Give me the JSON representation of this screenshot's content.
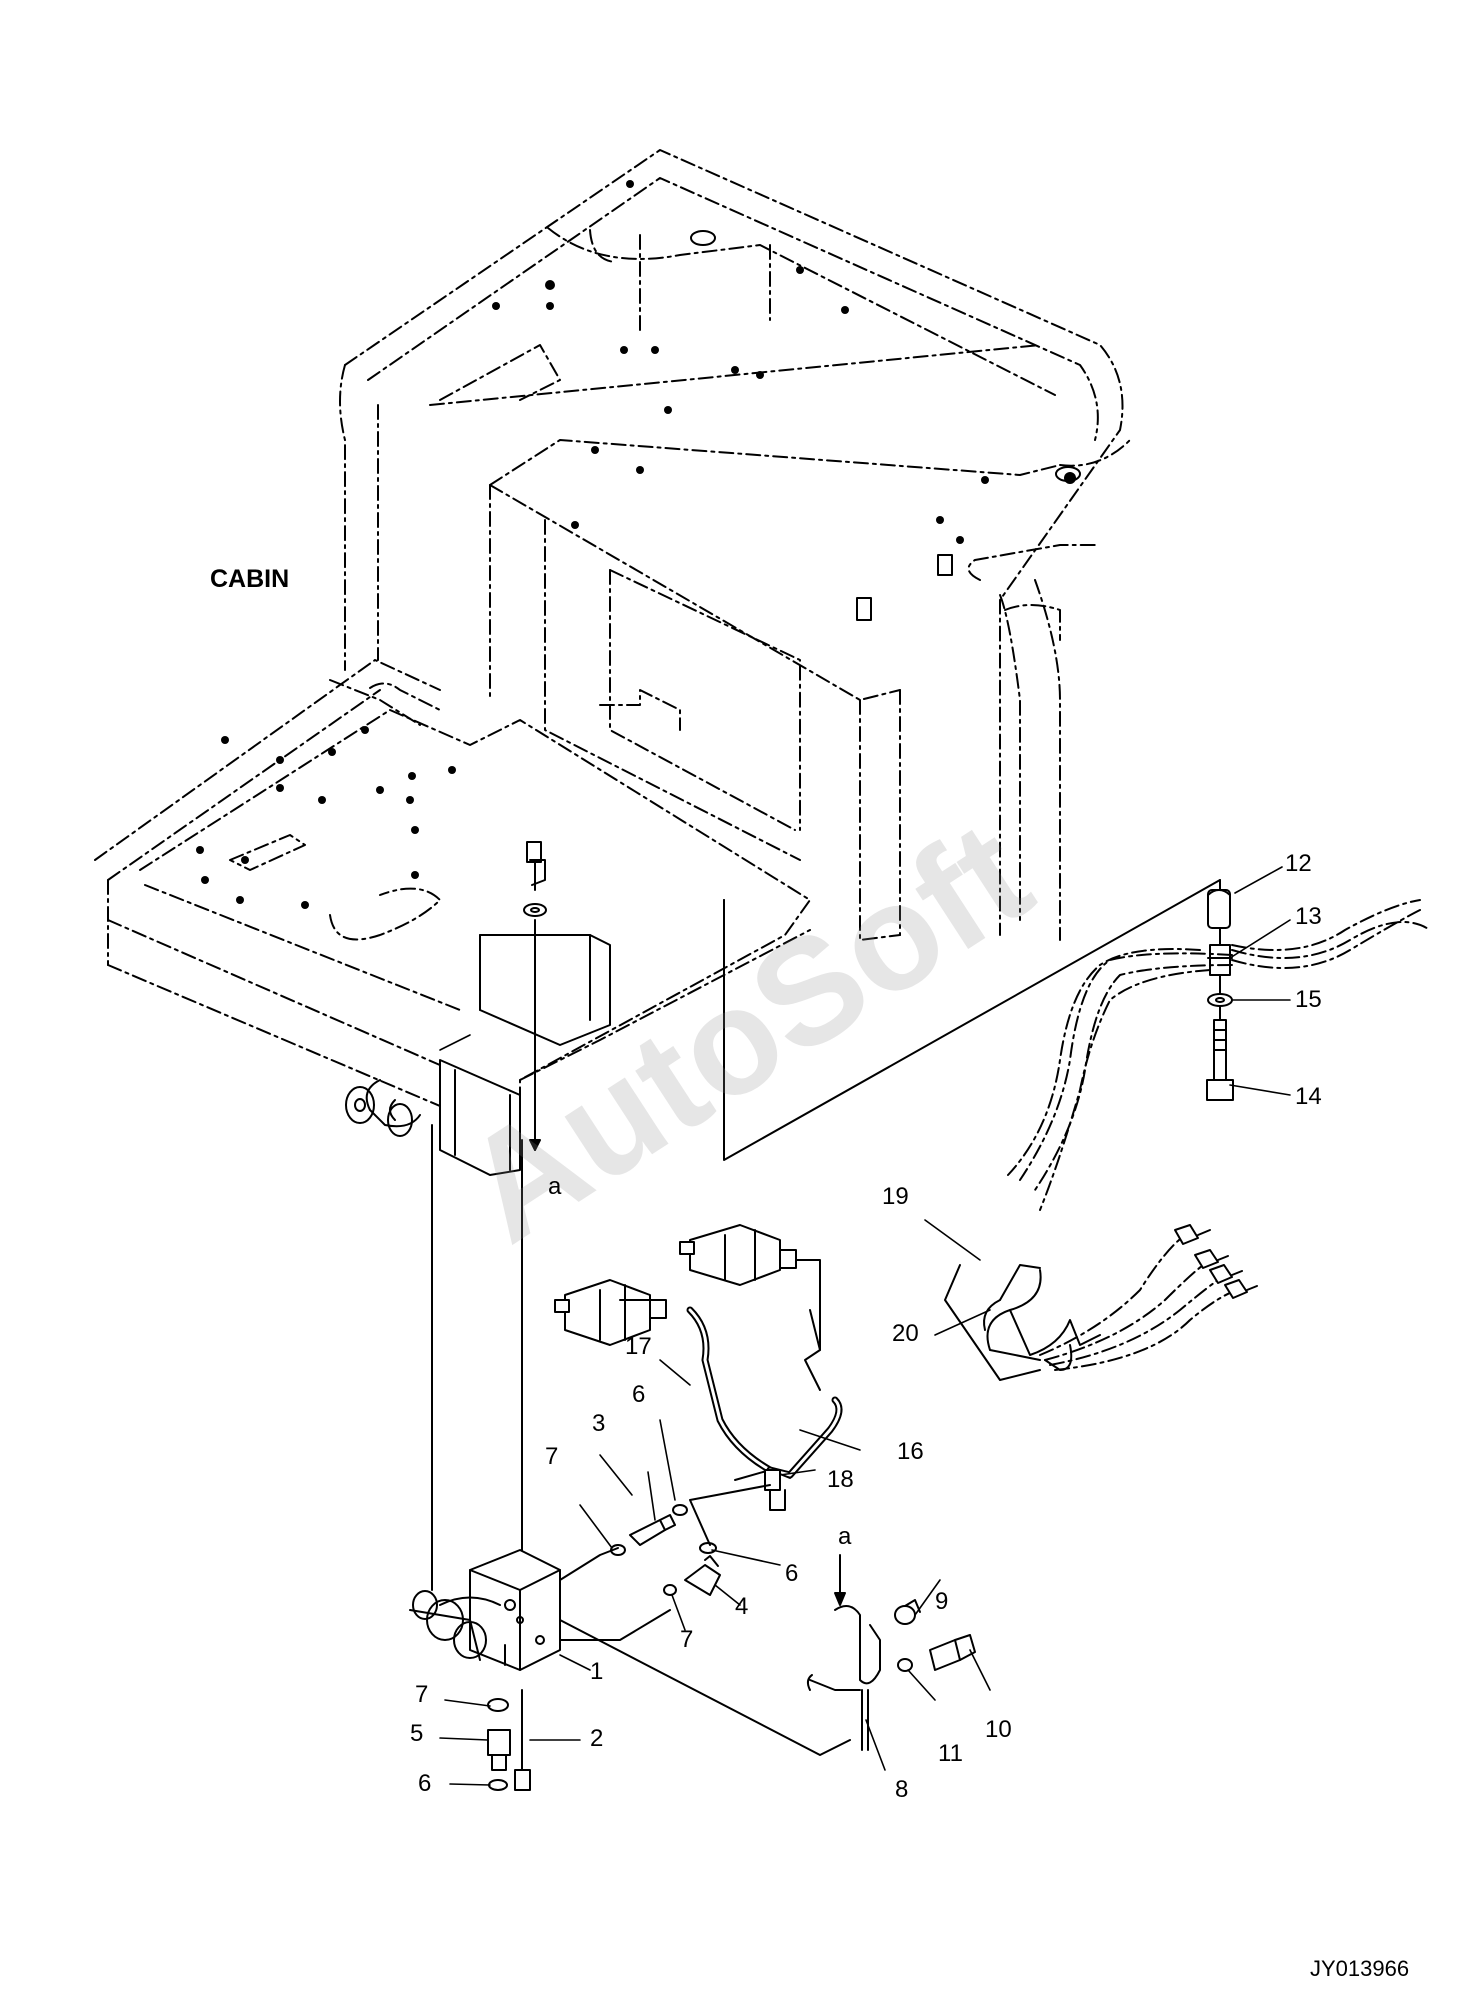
{
  "drawing": {
    "cabin_label": "CABIN",
    "drawing_code": "JY013966",
    "watermark": "AutoSoft",
    "view_arrow_label": "a",
    "view_arrow_label_2": "a",
    "callouts": {
      "c1": "1",
      "c2": "2",
      "c3": "3",
      "c4": "4",
      "c5": "5",
      "c6a": "6",
      "c6b": "6",
      "c6c": "6",
      "c7a": "7",
      "c7b": "7",
      "c7c": "7",
      "c8": "8",
      "c9": "9",
      "c10": "10",
      "c11": "11",
      "c12": "12",
      "c13": "13",
      "c14": "14",
      "c15": "15",
      "c16": "16",
      "c17": "17",
      "c18": "18",
      "c19": "19",
      "c20": "20"
    }
  }
}
